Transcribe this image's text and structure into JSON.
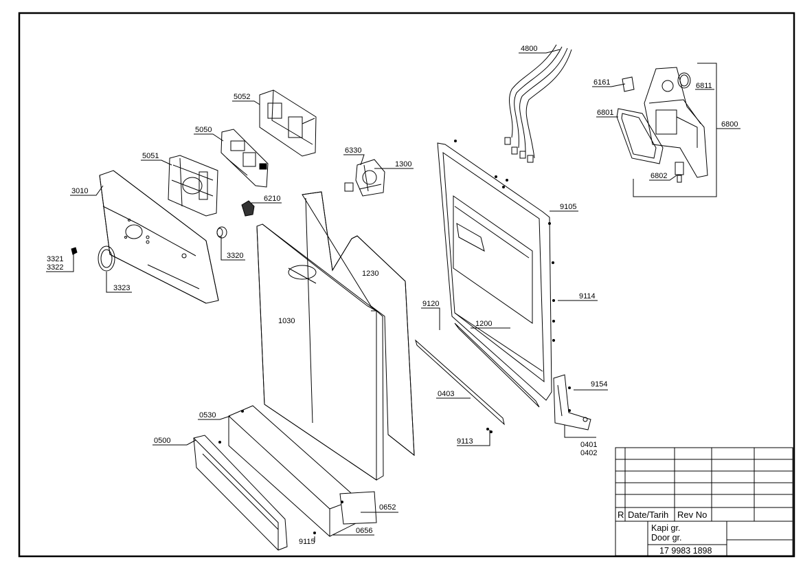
{
  "diagram": {
    "callouts": {
      "c4800": "4800",
      "c6161": "6161",
      "c6811": "6811",
      "c6801": "6801",
      "c6800": "6800",
      "c6802": "6802",
      "c5052": "5052",
      "c5050": "5050",
      "c5051": "5051",
      "c6330": "6330",
      "c1300": "1300",
      "c3010": "3010",
      "c6210": "6210",
      "c9105": "9105",
      "c3321": "3321",
      "c3322": "3322",
      "c3320": "3320",
      "c3323": "3323",
      "c1230": "1230",
      "c9114": "9114",
      "c9120": "9120",
      "c1030": "1030",
      "c1200": "1200",
      "c9154": "9154",
      "c0403": "0403",
      "c0530": "0530",
      "c9113": "9113",
      "c0401": "0401",
      "c0402": "0402",
      "c0500": "0500",
      "c0652": "0652",
      "c0656": "0656",
      "c9115": "9115"
    }
  },
  "title_block": {
    "rev_col": "R",
    "date_col": "Date/Tarih",
    "revno_col": "Rev No",
    "title_tr": "Kapi gr.",
    "title_en": "Door gr.",
    "doc_number": "17 9983 1898"
  }
}
